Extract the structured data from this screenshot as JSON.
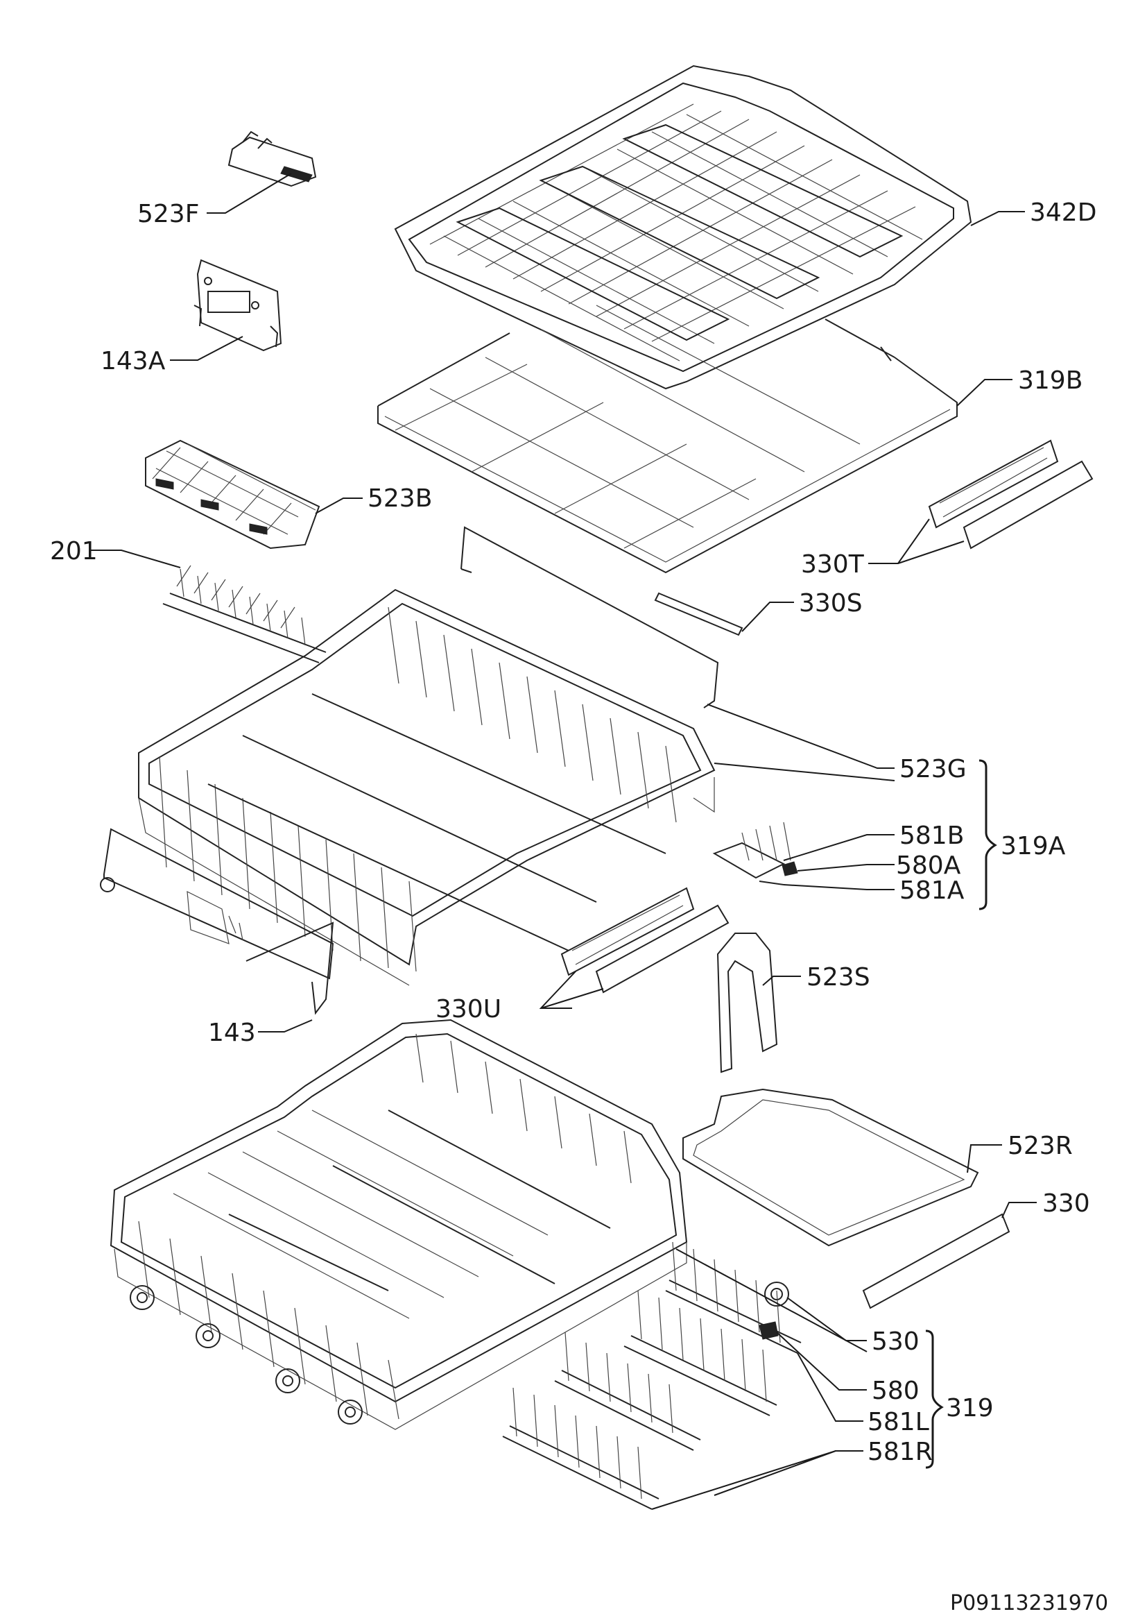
{
  "labels": {
    "l523F": "523F",
    "l143A": "143A",
    "l342D": "342D",
    "l319B": "319B",
    "l523B": "523B",
    "l201": "201",
    "l330T": "330T",
    "l330S": "330S",
    "l523G": "523G",
    "l581B": "581B",
    "l580A": "580A",
    "l581A": "581A",
    "l319A": "319A",
    "l330U": "330U",
    "l523S": "523S",
    "l143": "143",
    "l523R": "523R",
    "l330": "330",
    "l530": "530",
    "l580": "580",
    "l581L": "581L",
    "l581R": "581R",
    "l319": "319"
  },
  "drawing_code": "P09113231970"
}
